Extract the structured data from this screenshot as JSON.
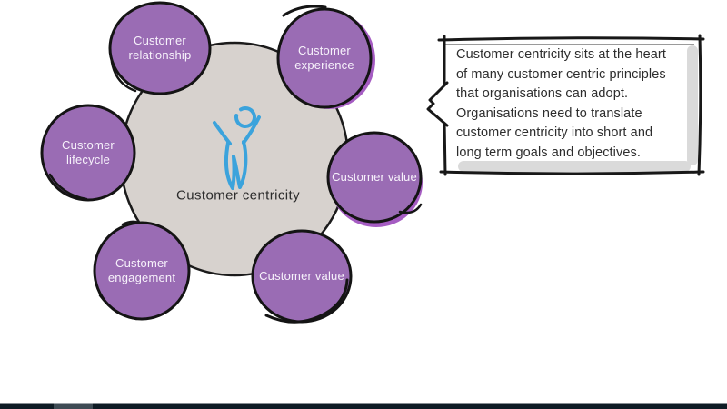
{
  "page": {
    "background": "#ffffff"
  },
  "diagram": {
    "hub": {
      "label": "Customer centricity",
      "icon": "person-arms-raised-icon",
      "fill": "#d7d2ce"
    },
    "nodes": [
      {
        "id": "customer-relationship",
        "label": "Customer relationship"
      },
      {
        "id": "customer-experience",
        "label": "Customer experience"
      },
      {
        "id": "customer-lifecycle",
        "label": "Customer lifecycle"
      },
      {
        "id": "customer-value-right",
        "label": "Customer value"
      },
      {
        "id": "customer-engagement",
        "label": "Customer engagement"
      },
      {
        "id": "customer-value-bottom",
        "label": "Customer value"
      }
    ],
    "node_fill": "#9a6cb4",
    "node_shadow_accent": "#a55cc2",
    "outline_color": "#161616",
    "person_color": "#3ba3dc"
  },
  "callout": {
    "lines": [
      "Customer centricity sits at the heart",
      "of many customer centric principles",
      "that organisations can adopt.",
      "Organisations need to translate",
      "customer centricity into short and",
      "long term goals and objectives."
    ],
    "text_color": "#2d2d2d",
    "shadow_color": "#dadada"
  },
  "footer_bar": {
    "dark": "#0e1b24",
    "light": "#3e4b54"
  }
}
